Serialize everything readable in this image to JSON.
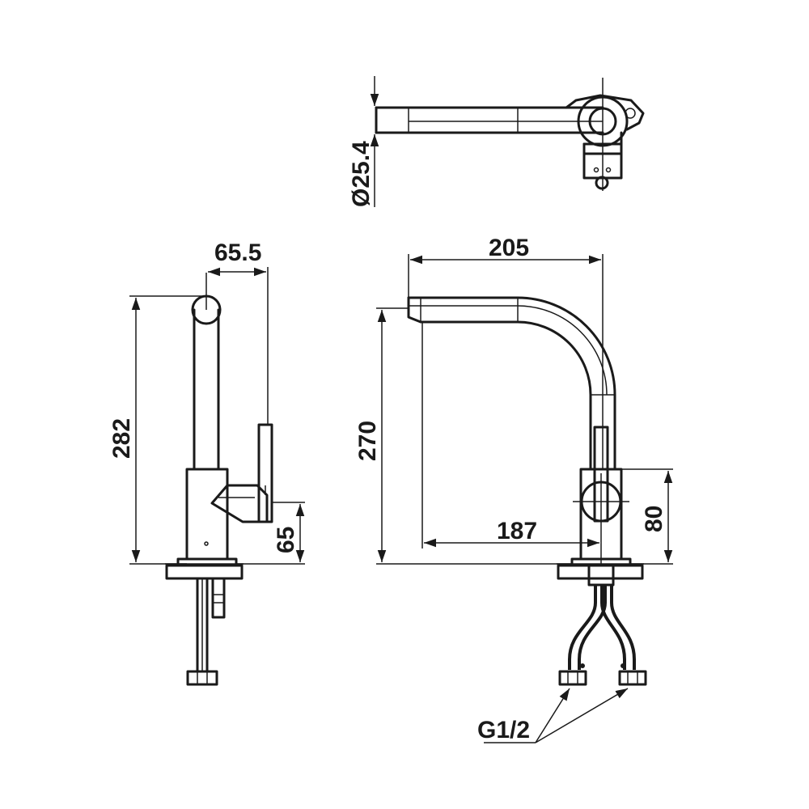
{
  "dimensions": {
    "top_diameter": "Ø25.4",
    "side_offset": "65.5",
    "side_height": "282",
    "side_lever": "65",
    "front_reach": "205",
    "front_height": "270",
    "front_inner_reach": "187",
    "front_body": "80",
    "thread": "G1/2"
  },
  "colors": {
    "line": "#1a1a1a",
    "background": "#ffffff"
  }
}
